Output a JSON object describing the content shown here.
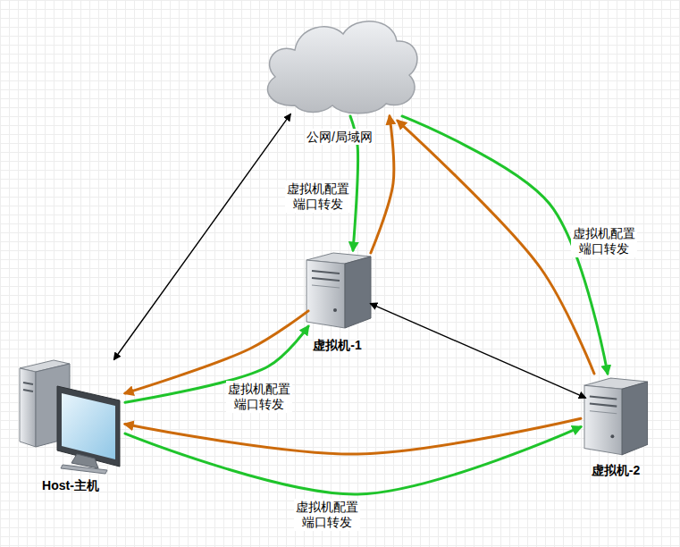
{
  "diagram": {
    "nodes": [
      {
        "text": [
          "公网/局域网"
        ]
      },
      {
        "text": [
          "虚拟机-1"
        ]
      },
      {
        "text": [
          "Host-主机"
        ]
      },
      {
        "text": [
          "虚拟机-2"
        ]
      }
    ],
    "edges": [
      {
        "from": 0,
        "to": 2,
        "arrow": "both"
      },
      {
        "from": 1,
        "to": 3,
        "arrow": "both"
      },
      {
        "from": 0,
        "to": 1,
        "label": "虚拟机配置 端口转发",
        "arrow": "to"
      },
      {
        "from": 1,
        "to": 0,
        "arrow": "to"
      },
      {
        "from": 0,
        "to": 3,
        "label": "虚拟机配置 端口转发",
        "arrow": "to"
      },
      {
        "from": 3,
        "to": 0,
        "arrow": "to"
      },
      {
        "from": 2,
        "to": 1,
        "label": "虚拟机配置 端口转发",
        "arrow": "to"
      },
      {
        "from": 1,
        "to": 2,
        "arrow": "to"
      },
      {
        "from": 2,
        "to": 3,
        "label": "虚拟机配置 端口转发",
        "arrow": "to"
      },
      {
        "from": 3,
        "to": 2,
        "arrow": "to"
      }
    ]
  }
}
